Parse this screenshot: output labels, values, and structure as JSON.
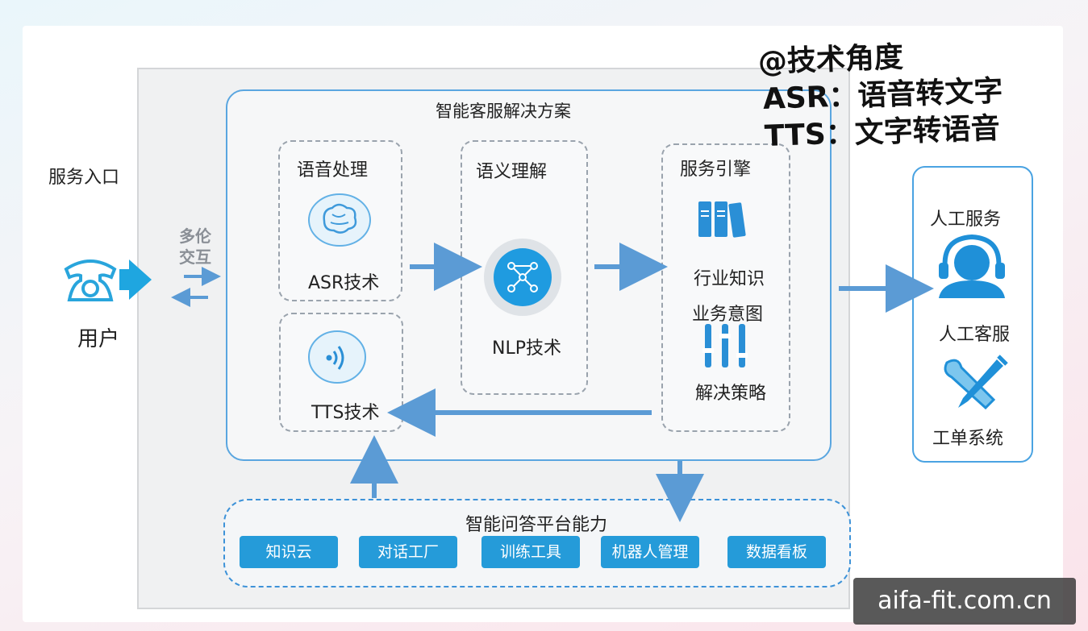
{
  "entry_label": "服务入口",
  "user_label": "用户",
  "interaction_label_line1": "多伦",
  "interaction_label_line2": "交互",
  "solution": {
    "title": "智能客服解决方案",
    "speech": {
      "title": "语音处理",
      "asr": "ASR技术",
      "tts": "TTS技术"
    },
    "semantic": {
      "title": "语义理解",
      "nlp": "NLP技术"
    },
    "engine": {
      "title": "服务引擎",
      "knowledge": "行业知识",
      "intent": "业务意图",
      "strategy": "解决策略"
    }
  },
  "right_panel": {
    "human_service": "人工服务",
    "human_agent": "人工客服",
    "ticket_system": "工单系统"
  },
  "platform": {
    "title": "智能问答平台能力",
    "items": [
      "知识云",
      "对话工厂",
      "训练工具",
      "机器人管理",
      "数据看板"
    ]
  },
  "note": {
    "line1": "@技术角度",
    "line2": "ASR：语音转文字",
    "line3": "TTS：文字转语音"
  },
  "watermark": "aifa-fit.com.cn",
  "colors": {
    "accent": "#259bd9",
    "arrow": "#5b9bd5",
    "border": "#5aa6e0"
  }
}
